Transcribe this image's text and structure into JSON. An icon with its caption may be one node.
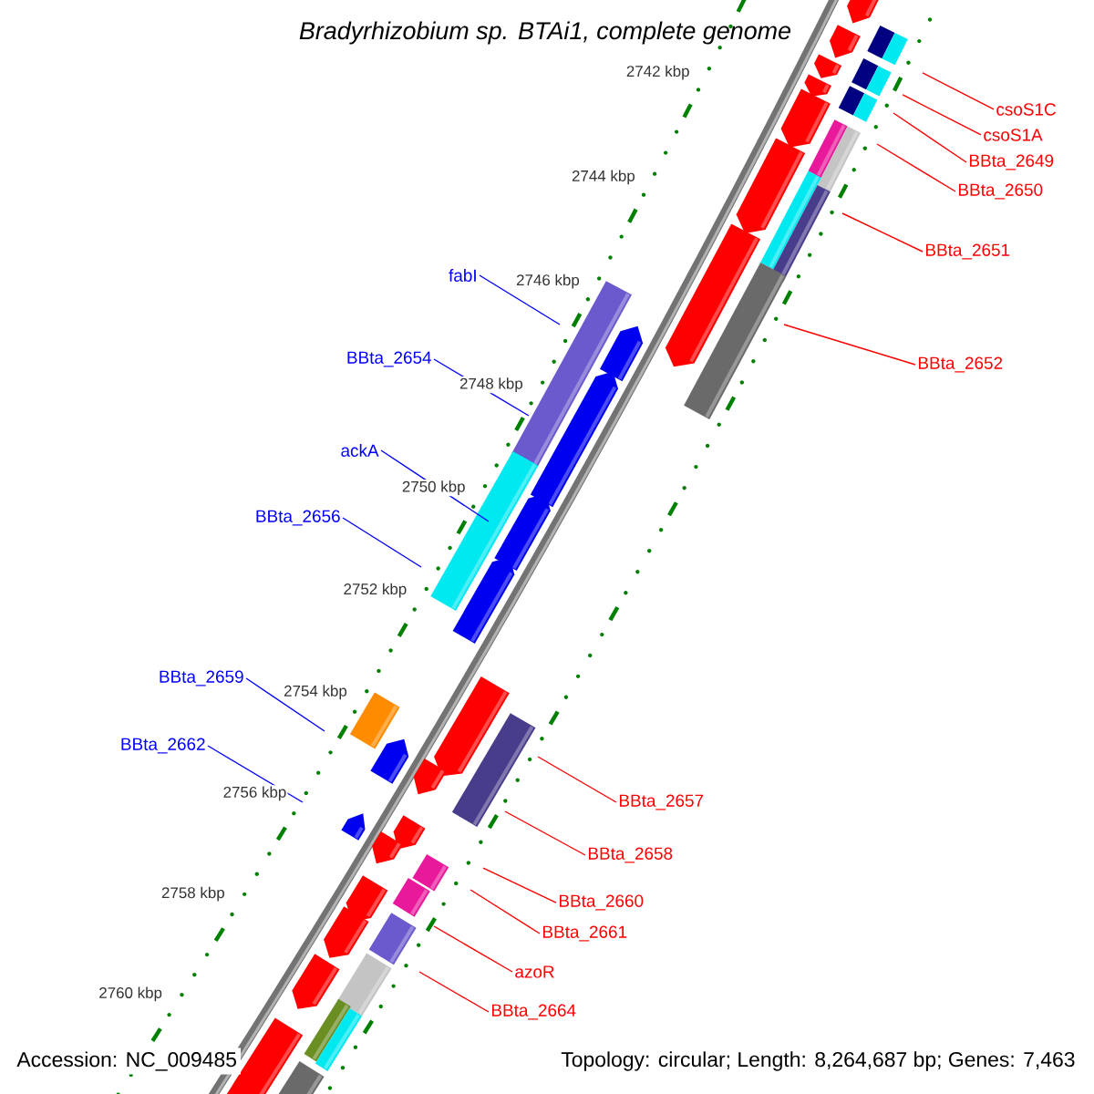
{
  "diagram": {
    "title": "Bradyrhizobium sp. BTAi1, complete genome",
    "nodes": [
      {
        "text": [
          "csoS1C"
        ]
      },
      {
        "text": [
          "csoS1A"
        ]
      },
      {
        "text": [
          "BBta_2649"
        ]
      },
      {
        "text": [
          "BBta_2650"
        ]
      },
      {
        "text": [
          "BBta_2651"
        ]
      },
      {
        "text": [
          "fabI"
        ]
      },
      {
        "text": [
          "BBta_2654"
        ]
      },
      {
        "text": [
          "BBta_2652"
        ]
      },
      {
        "text": [
          "ackA"
        ]
      },
      {
        "text": [
          "BBta_2656"
        ]
      },
      {
        "text": [
          "BBta_2659"
        ]
      },
      {
        "text": [
          "BBta_2662"
        ]
      },
      {
        "text": [
          "BBta_2657"
        ]
      },
      {
        "text": [
          "BBta_2658"
        ]
      },
      {
        "text": [
          "BBta_2660"
        ]
      },
      {
        "text": [
          "BBta_2661"
        ]
      },
      {
        "text": [
          "azoR"
        ]
      },
      {
        "text": [
          "BBta_2664"
        ]
      }
    ],
    "edges": [
      {
        "from": 0,
        "to": null,
        "arrow": "none"
      },
      {
        "from": 1,
        "to": null,
        "arrow": "none"
      },
      {
        "from": 2,
        "to": null,
        "arrow": "none"
      },
      {
        "from": 3,
        "to": null,
        "arrow": "none"
      },
      {
        "from": 4,
        "to": null,
        "arrow": "none"
      },
      {
        "from": 5,
        "to": null,
        "arrow": "none",
        "color": "#0000ff"
      },
      {
        "from": 6,
        "to": null,
        "arrow": "none",
        "color": "#0000ff"
      },
      {
        "from": 7,
        "to": null,
        "arrow": "none"
      },
      {
        "from": 8,
        "to": null,
        "arrow": "none",
        "color": "#0000ff"
      },
      {
        "from": 9,
        "to": null,
        "arrow": "none",
        "color": "#0000ff"
      },
      {
        "from": 10,
        "to": null,
        "arrow": "none",
        "color": "#0000ff"
      },
      {
        "from": 11,
        "to": null,
        "arrow": "none",
        "color": "#0000ff"
      },
      {
        "from": 12,
        "to": null,
        "arrow": "none"
      },
      {
        "from": 13,
        "to": null,
        "arrow": "none"
      },
      {
        "from": 14,
        "to": null,
        "arrow": "none"
      },
      {
        "from": 15,
        "to": null,
        "arrow": "none"
      },
      {
        "from": 16,
        "to": null,
        "arrow": "none"
      },
      {
        "from": 17,
        "to": null,
        "arrow": "none"
      }
    ],
    "labels": [
      "2742 kbp",
      "2744 kbp",
      "2746 kbp",
      "2748 kbp",
      "2750 kbp",
      "2752 kbp",
      "2754 kbp",
      "2756 kbp",
      "2758 kbp",
      "2760 kbp",
      "Accession: NC_009485",
      "Topology: circular; Length: 8,264,687 bp; Genes: 7,463"
    ]
  }
}
